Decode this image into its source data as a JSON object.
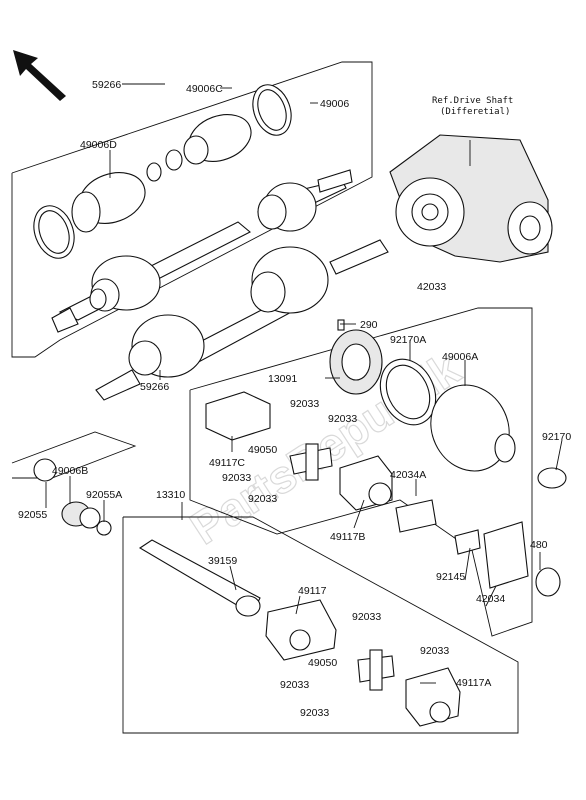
{
  "diagram": {
    "watermark": "PartsRepublik",
    "reference_note": [
      "Ref.Drive Shaft",
      "(Differetial)"
    ],
    "labels": {
      "l59266a": "59266",
      "l49006C": "49006C",
      "l49006": "49006",
      "l49006D": "49006D",
      "l59266b": "59266",
      "l42033": "42033",
      "l290": "290",
      "l92170A": "92170A",
      "l13091": "13091",
      "l49006A": "49006A",
      "l92033a": "92033",
      "l92033b": "92033",
      "l49050a": "49050",
      "l49117C": "49117C",
      "l92033c": "92033",
      "l42034A": "42034A",
      "l92170": "92170",
      "l92033d": "92033",
      "l49117B": "49117B",
      "l49006B": "49006B",
      "l92055A": "92055A",
      "l92055": "92055",
      "l13310": "13310",
      "l39159": "39159",
      "l49117": "49117",
      "l480": "480",
      "l92145": "92145",
      "l42034": "42034",
      "l92033e": "92033",
      "l92033f": "92033",
      "l49050b": "49050",
      "l92033g": "92033",
      "l49117A": "49117A",
      "l92033h": "92033"
    }
  }
}
